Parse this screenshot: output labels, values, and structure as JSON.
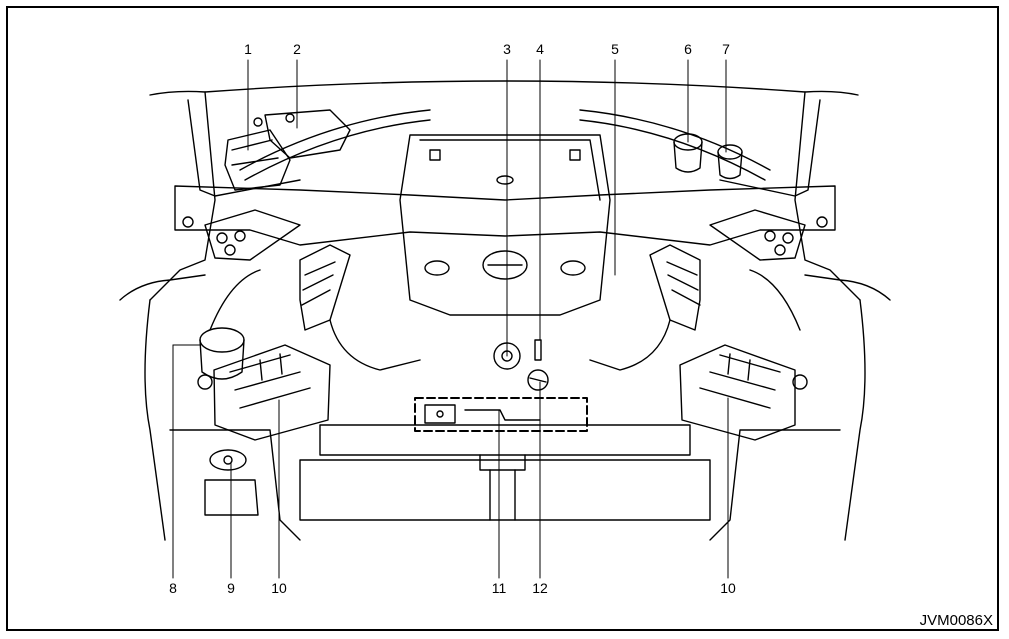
{
  "figure": {
    "code": "JVM0086X",
    "callouts": [
      "1",
      "2",
      "3",
      "4",
      "5",
      "6",
      "7",
      "8",
      "9",
      "10",
      "10",
      "11",
      "12"
    ]
  }
}
